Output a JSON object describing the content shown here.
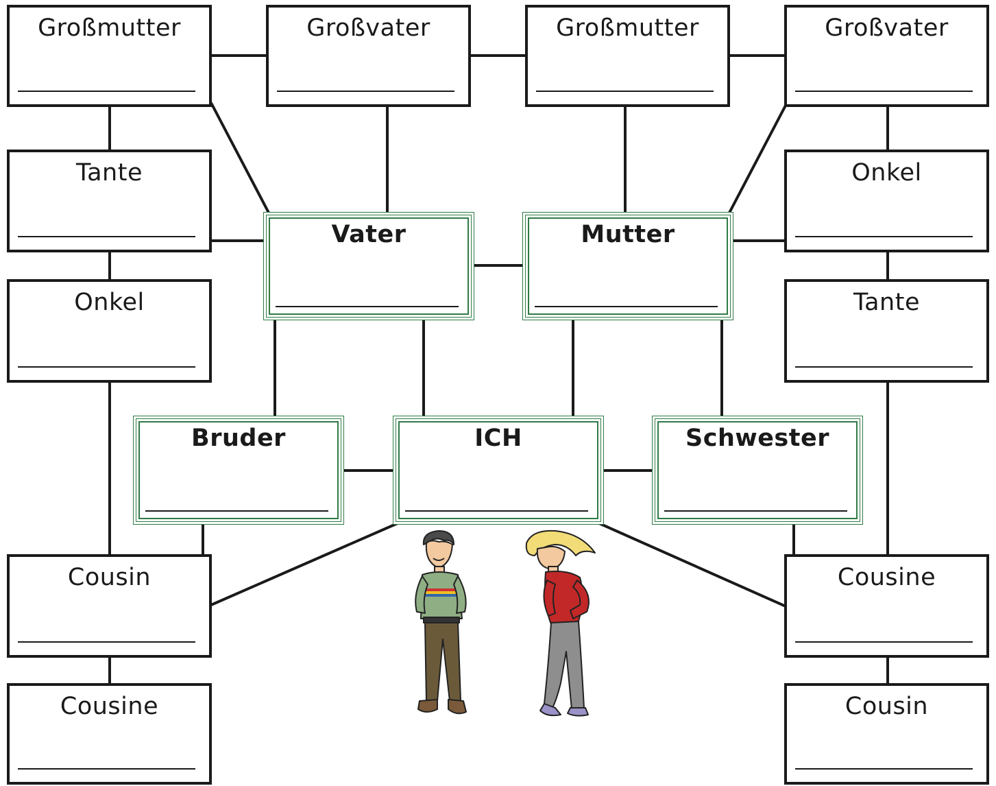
{
  "boxes": {
    "grossmutter_left": "Großmutter",
    "grossvater_left": "Großvater",
    "grossmutter_right": "Großmutter",
    "grossvater_right": "Großvater",
    "tante_left": "Tante",
    "onkel_left": "Onkel",
    "onkel_right": "Onkel",
    "tante_right": "Tante",
    "vater": "Vater",
    "mutter": "Mutter",
    "bruder": "Bruder",
    "ich": "ICH",
    "schwester": "Schwester",
    "cousin_left": "Cousin",
    "cousine_left": "Cousine",
    "cousine_right": "Cousine",
    "cousin_right": "Cousin"
  },
  "colors": {
    "outline": "#1a1a1a",
    "core_frame": "#2f7a45"
  },
  "figures": {
    "boy": "boy-figure",
    "girl": "girl-figure"
  }
}
